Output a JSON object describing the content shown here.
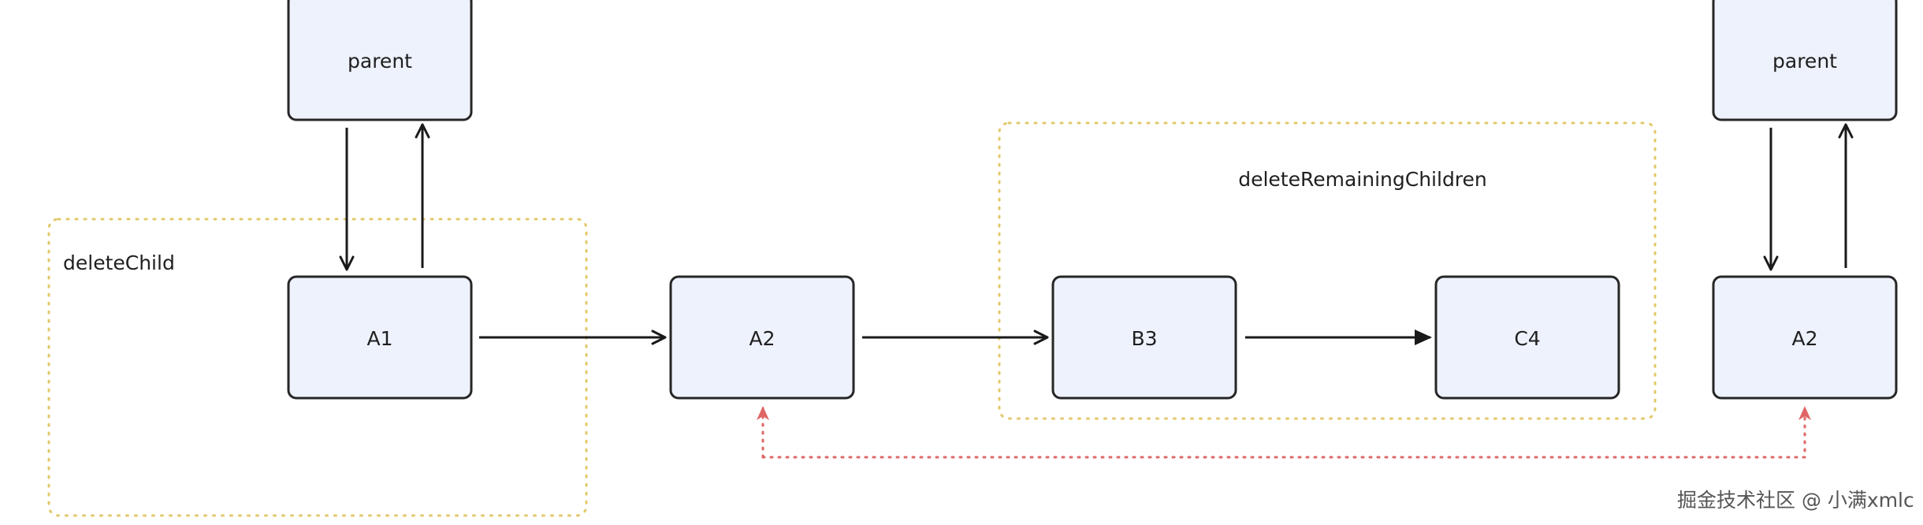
{
  "nodes": [
    {
      "id": "parent-left",
      "label": "parent"
    },
    {
      "id": "a1",
      "label": "A1"
    },
    {
      "id": "a2-mid",
      "label": "A2"
    },
    {
      "id": "b3",
      "label": "B3"
    },
    {
      "id": "c4",
      "label": "C4"
    },
    {
      "id": "parent-right",
      "label": "parent"
    },
    {
      "id": "a2-right",
      "label": "A2"
    }
  ],
  "groups": [
    {
      "id": "delete-child",
      "label": "deleteChild"
    },
    {
      "id": "delete-remaining-children",
      "label": "deleteRemainingChildren"
    }
  ],
  "edges": [
    {
      "from": "parent-left",
      "to": "a1",
      "style": "solid"
    },
    {
      "from": "a1",
      "to": "parent-left",
      "style": "solid"
    },
    {
      "from": "a1",
      "to": "a2-mid",
      "style": "solid"
    },
    {
      "from": "a2-mid",
      "to": "b3",
      "style": "solid"
    },
    {
      "from": "b3",
      "to": "c4",
      "style": "solid"
    },
    {
      "from": "parent-right",
      "to": "a2-right",
      "style": "solid"
    },
    {
      "from": "a2-right",
      "to": "parent-right",
      "style": "solid"
    },
    {
      "from": "a2-mid",
      "to": "a2-right",
      "style": "dotted",
      "bidirectional": true
    }
  ],
  "colors": {
    "node_fill": "#eef2fd",
    "node_stroke": "#262626",
    "group_stroke": "#e3c86a",
    "edge": "#1a1a1a",
    "dotted_edge": "#e06666"
  },
  "watermark": "掘金技术社区 @ 小满xmlc"
}
